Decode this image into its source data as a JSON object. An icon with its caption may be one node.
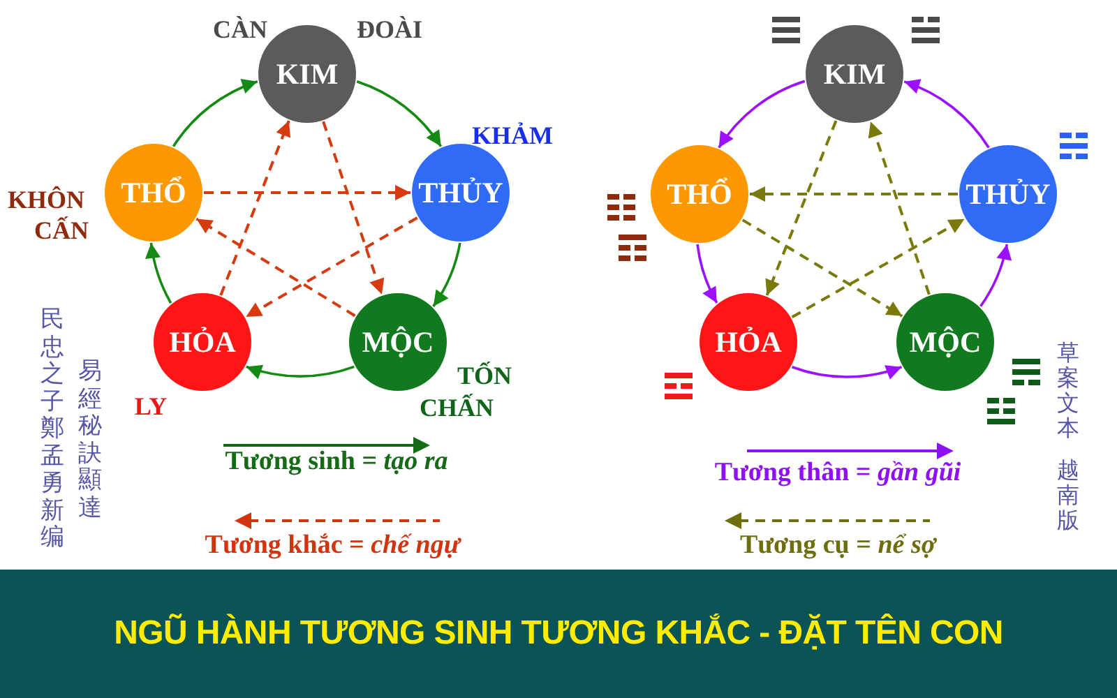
{
  "diagram": {
    "title": "NGŨ HÀNH TƯƠNG SINH TƯƠNG KHẮC - ĐẶT TÊN CON",
    "nodes": [
      {
        "text": [
          "KIM"
        ],
        "beside": [
          "CÀN",
          "ĐOÀI"
        ]
      },
      {
        "text": [
          "THỔ"
        ],
        "beside": [
          "KHÔN",
          "CẤN"
        ]
      },
      {
        "text": [
          "THỦY"
        ],
        "beside": [
          "KHẢM"
        ]
      },
      {
        "text": [
          "HỎA"
        ],
        "beside": [
          "LY"
        ]
      },
      {
        "text": [
          "MỘC"
        ],
        "beside": [
          "TỐN",
          "CHẤN"
        ]
      },
      {
        "text": [
          "KIM"
        ]
      },
      {
        "text": [
          "THỔ"
        ]
      },
      {
        "text": [
          "THỦY"
        ]
      },
      {
        "text": [
          "HỎA"
        ]
      },
      {
        "text": [
          "MỘC"
        ]
      }
    ],
    "edges": [
      {
        "from": 0,
        "to": 2,
        "arrow": "to",
        "color": "#138a13"
      },
      {
        "from": 2,
        "to": 4,
        "arrow": "to",
        "color": "#138a13"
      },
      {
        "from": 4,
        "to": 3,
        "arrow": "to",
        "color": "#138a13"
      },
      {
        "from": 3,
        "to": 1,
        "arrow": "to",
        "color": "#138a13"
      },
      {
        "from": 1,
        "to": 0,
        "arrow": "to",
        "color": "#138a13"
      },
      {
        "from": 1,
        "to": 2,
        "arrow": "to",
        "style": "dashed",
        "color": "#d83a10"
      },
      {
        "from": 2,
        "to": 3,
        "arrow": "to",
        "style": "dashed",
        "color": "#d83a10"
      },
      {
        "from": 4,
        "to": 1,
        "arrow": "to",
        "style": "dashed",
        "color": "#d83a10"
      },
      {
        "from": 3,
        "to": 0,
        "arrow": "to",
        "style": "dashed",
        "color": "#d83a10"
      },
      {
        "from": 0,
        "to": 4,
        "arrow": "to",
        "style": "dashed",
        "color": "#d83a10"
      },
      {
        "from": 5,
        "to": 6,
        "arrow": "to",
        "color": "#9b10ff"
      },
      {
        "from": 6,
        "to": 8,
        "arrow": "to",
        "color": "#9b10ff"
      },
      {
        "from": 8,
        "to": 9,
        "arrow": "to",
        "color": "#9b10ff"
      },
      {
        "from": 9,
        "to": 7,
        "arrow": "to",
        "color": "#9b10ff"
      },
      {
        "from": 7,
        "to": 5,
        "arrow": "to",
        "color": "#9b10ff"
      },
      {
        "from": 7,
        "to": 6,
        "arrow": "to",
        "style": "dashed",
        "color": "#7a7a0a"
      },
      {
        "from": 6,
        "to": 9,
        "arrow": "to",
        "style": "dashed",
        "color": "#7a7a0a"
      },
      {
        "from": 9,
        "to": 5,
        "arrow": "to",
        "style": "dashed",
        "color": "#7a7a0a"
      },
      {
        "from": 5,
        "to": 8,
        "arrow": "to",
        "style": "dashed",
        "color": "#7a7a0a"
      },
      {
        "from": 8,
        "to": 7,
        "arrow": "to",
        "style": "dashed",
        "color": "#7a7a0a"
      }
    ],
    "labels": [
      "民忠之子鄭孟勇新编",
      "易經秘訣顯達",
      "草案文本",
      "越南版"
    ],
    "legend": [
      {
        "text": "Tương sinh = *tạo ra*"
      },
      {
        "text": "Tương khắc = *chế ngự*"
      },
      {
        "text": "Tương thân = *gần gũi*"
      },
      {
        "text": "Tương cụ = *nể sợ*"
      }
    ]
  }
}
